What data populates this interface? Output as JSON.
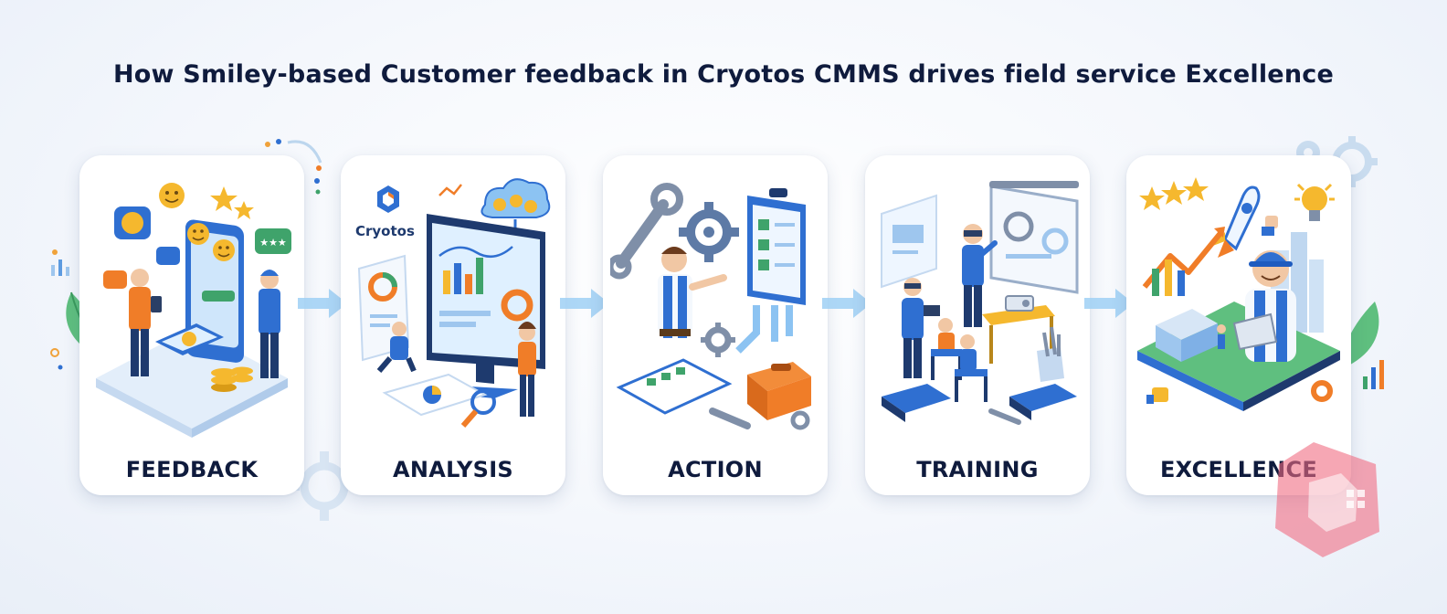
{
  "title": "How Smiley-based Customer feedback in Cryotos CMMS drives field service Excellence",
  "steps": [
    {
      "label": "FEEDBACK",
      "icon": "feedback-illustration-icon"
    },
    {
      "label": "ANALYSIS",
      "icon": "analysis-illustration-icon"
    },
    {
      "label": "ACTION",
      "icon": "action-illustration-icon"
    },
    {
      "label": "TRAINING",
      "icon": "training-illustration-icon"
    },
    {
      "label": "EXCELLENCE",
      "icon": "excellence-illustration-icon"
    }
  ],
  "brand": {
    "name": "Cryotos"
  },
  "colors": {
    "title": "#0f1b3d",
    "accent_blue": "#2f6fd1",
    "arrow": "#9fd0f5",
    "orange": "#f07d28",
    "gold": "#f5b82e",
    "green": "#3fa36b"
  }
}
